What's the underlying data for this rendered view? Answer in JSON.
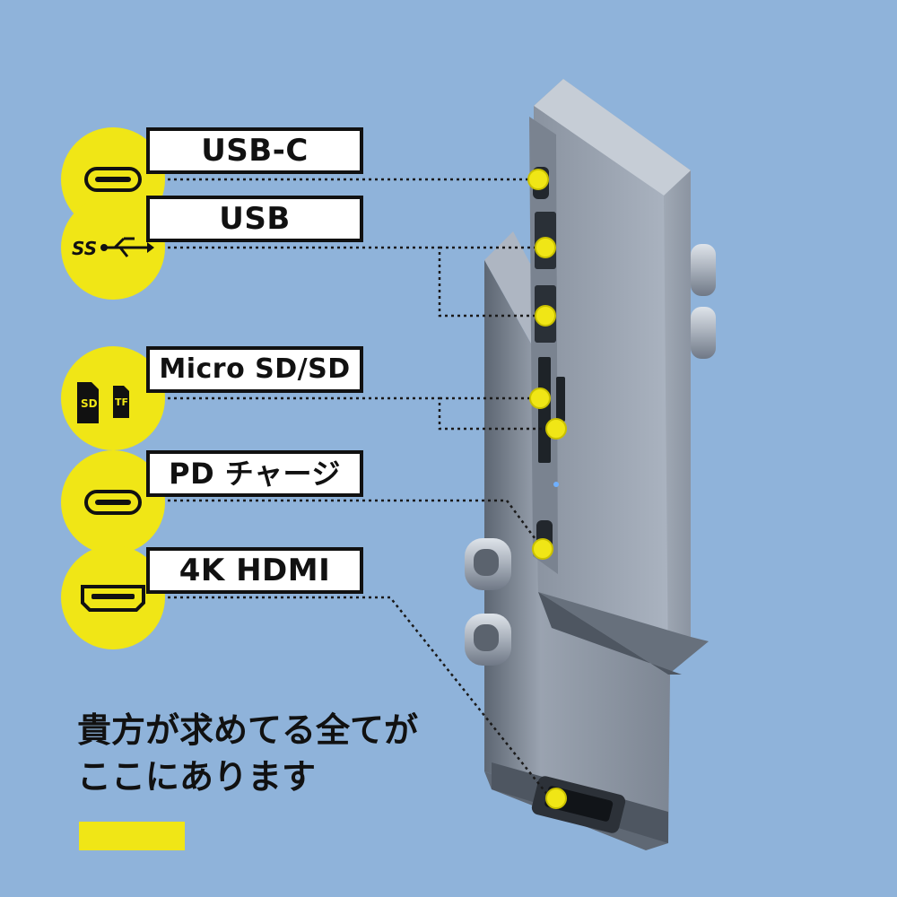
{
  "labels": {
    "usb_c": "USB-C",
    "usb": "USB",
    "sd": "Micro SD/SD",
    "pd": "PD チャージ",
    "hdmi": "4K HDMI"
  },
  "icons": {
    "usb_c": "usb-c-icon",
    "usb": "usb3-icon",
    "usb_text": "SS",
    "sd": "sd-card-icon",
    "sd_left_text": "SD",
    "sd_right_text": "TF",
    "pd": "usb-c-icon",
    "hdmi": "hdmi-icon"
  },
  "tagline": {
    "line1": "貴方が求めてる全てが",
    "line2": "ここにあります"
  },
  "colors": {
    "background": "#8fb3da",
    "accent": "#f0e616",
    "hub_body": "#9aa3b0"
  }
}
